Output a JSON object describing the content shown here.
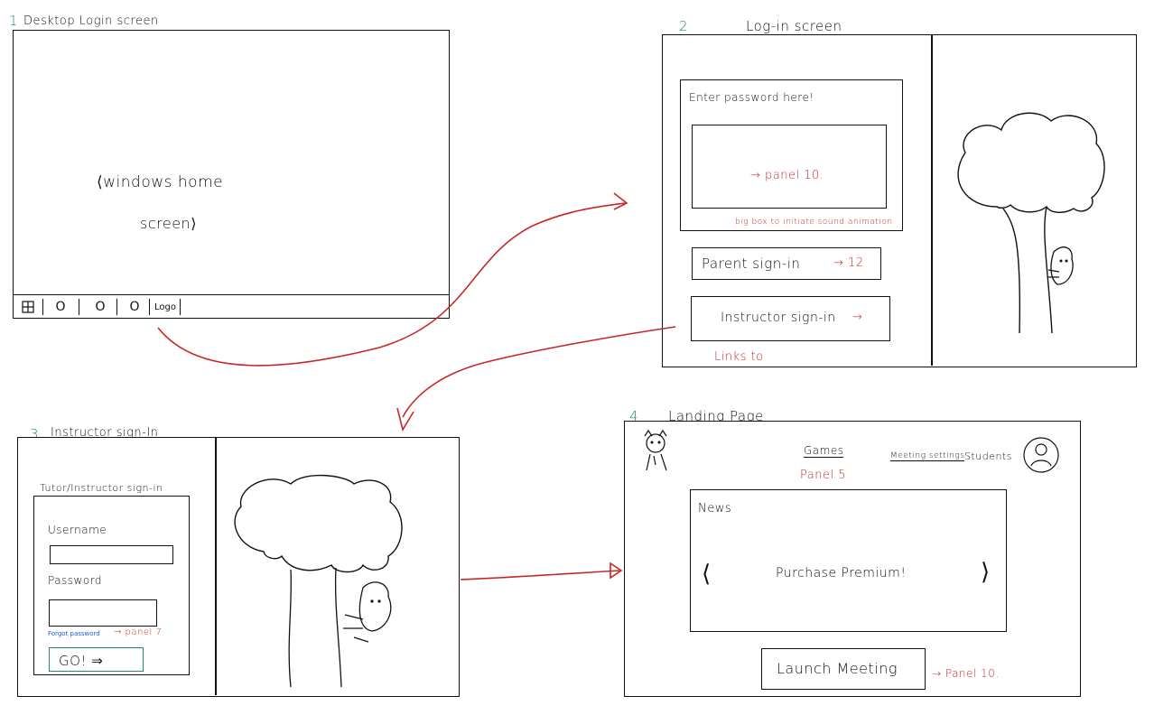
{
  "panels": {
    "p1": {
      "num": "1",
      "title": "Desktop Login screen",
      "content_line1": "⟨windows home",
      "content_line2": "screen⟩",
      "taskbar": {
        "c1": "O",
        "c2": "O",
        "c3": "O",
        "logo": "Logo"
      }
    },
    "p2": {
      "num": "2",
      "title": "Log-in screen",
      "password_label": "Enter password here!",
      "panel_link": "→ panel 10.",
      "note": "big box to initiate sound animation",
      "parent_signin": "Parent sign-in",
      "parent_link": "→ 12",
      "instructor_signin": "Instructor sign-in",
      "instructor_arrow": "→",
      "links_to": "Links to"
    },
    "p3": {
      "num": "3.",
      "title": "Instructor sign-In",
      "form_title": "Tutor/Instructor sign-in",
      "username_label": "Username",
      "password_label": "Password",
      "forgot": "Forgot password",
      "forgot_link": "→ panel 7",
      "go_button": "GO!  ⇒"
    },
    "p4": {
      "num": "4",
      "title": "Landing Page",
      "nav_games": "Games",
      "nav_games_note": "Panel 5",
      "nav_meeting": "Meeting settings",
      "nav_students": "Students",
      "news_label": "News",
      "prev": "⟨",
      "next": "⟩",
      "promo": "Purchase Premium!",
      "launch": "Launch Meeting",
      "launch_link": "→ Panel 10."
    }
  },
  "colors": {
    "ink": "#111111",
    "red": "#c62828",
    "blue": "#1e5bd8",
    "green": "#1f8a6a"
  }
}
